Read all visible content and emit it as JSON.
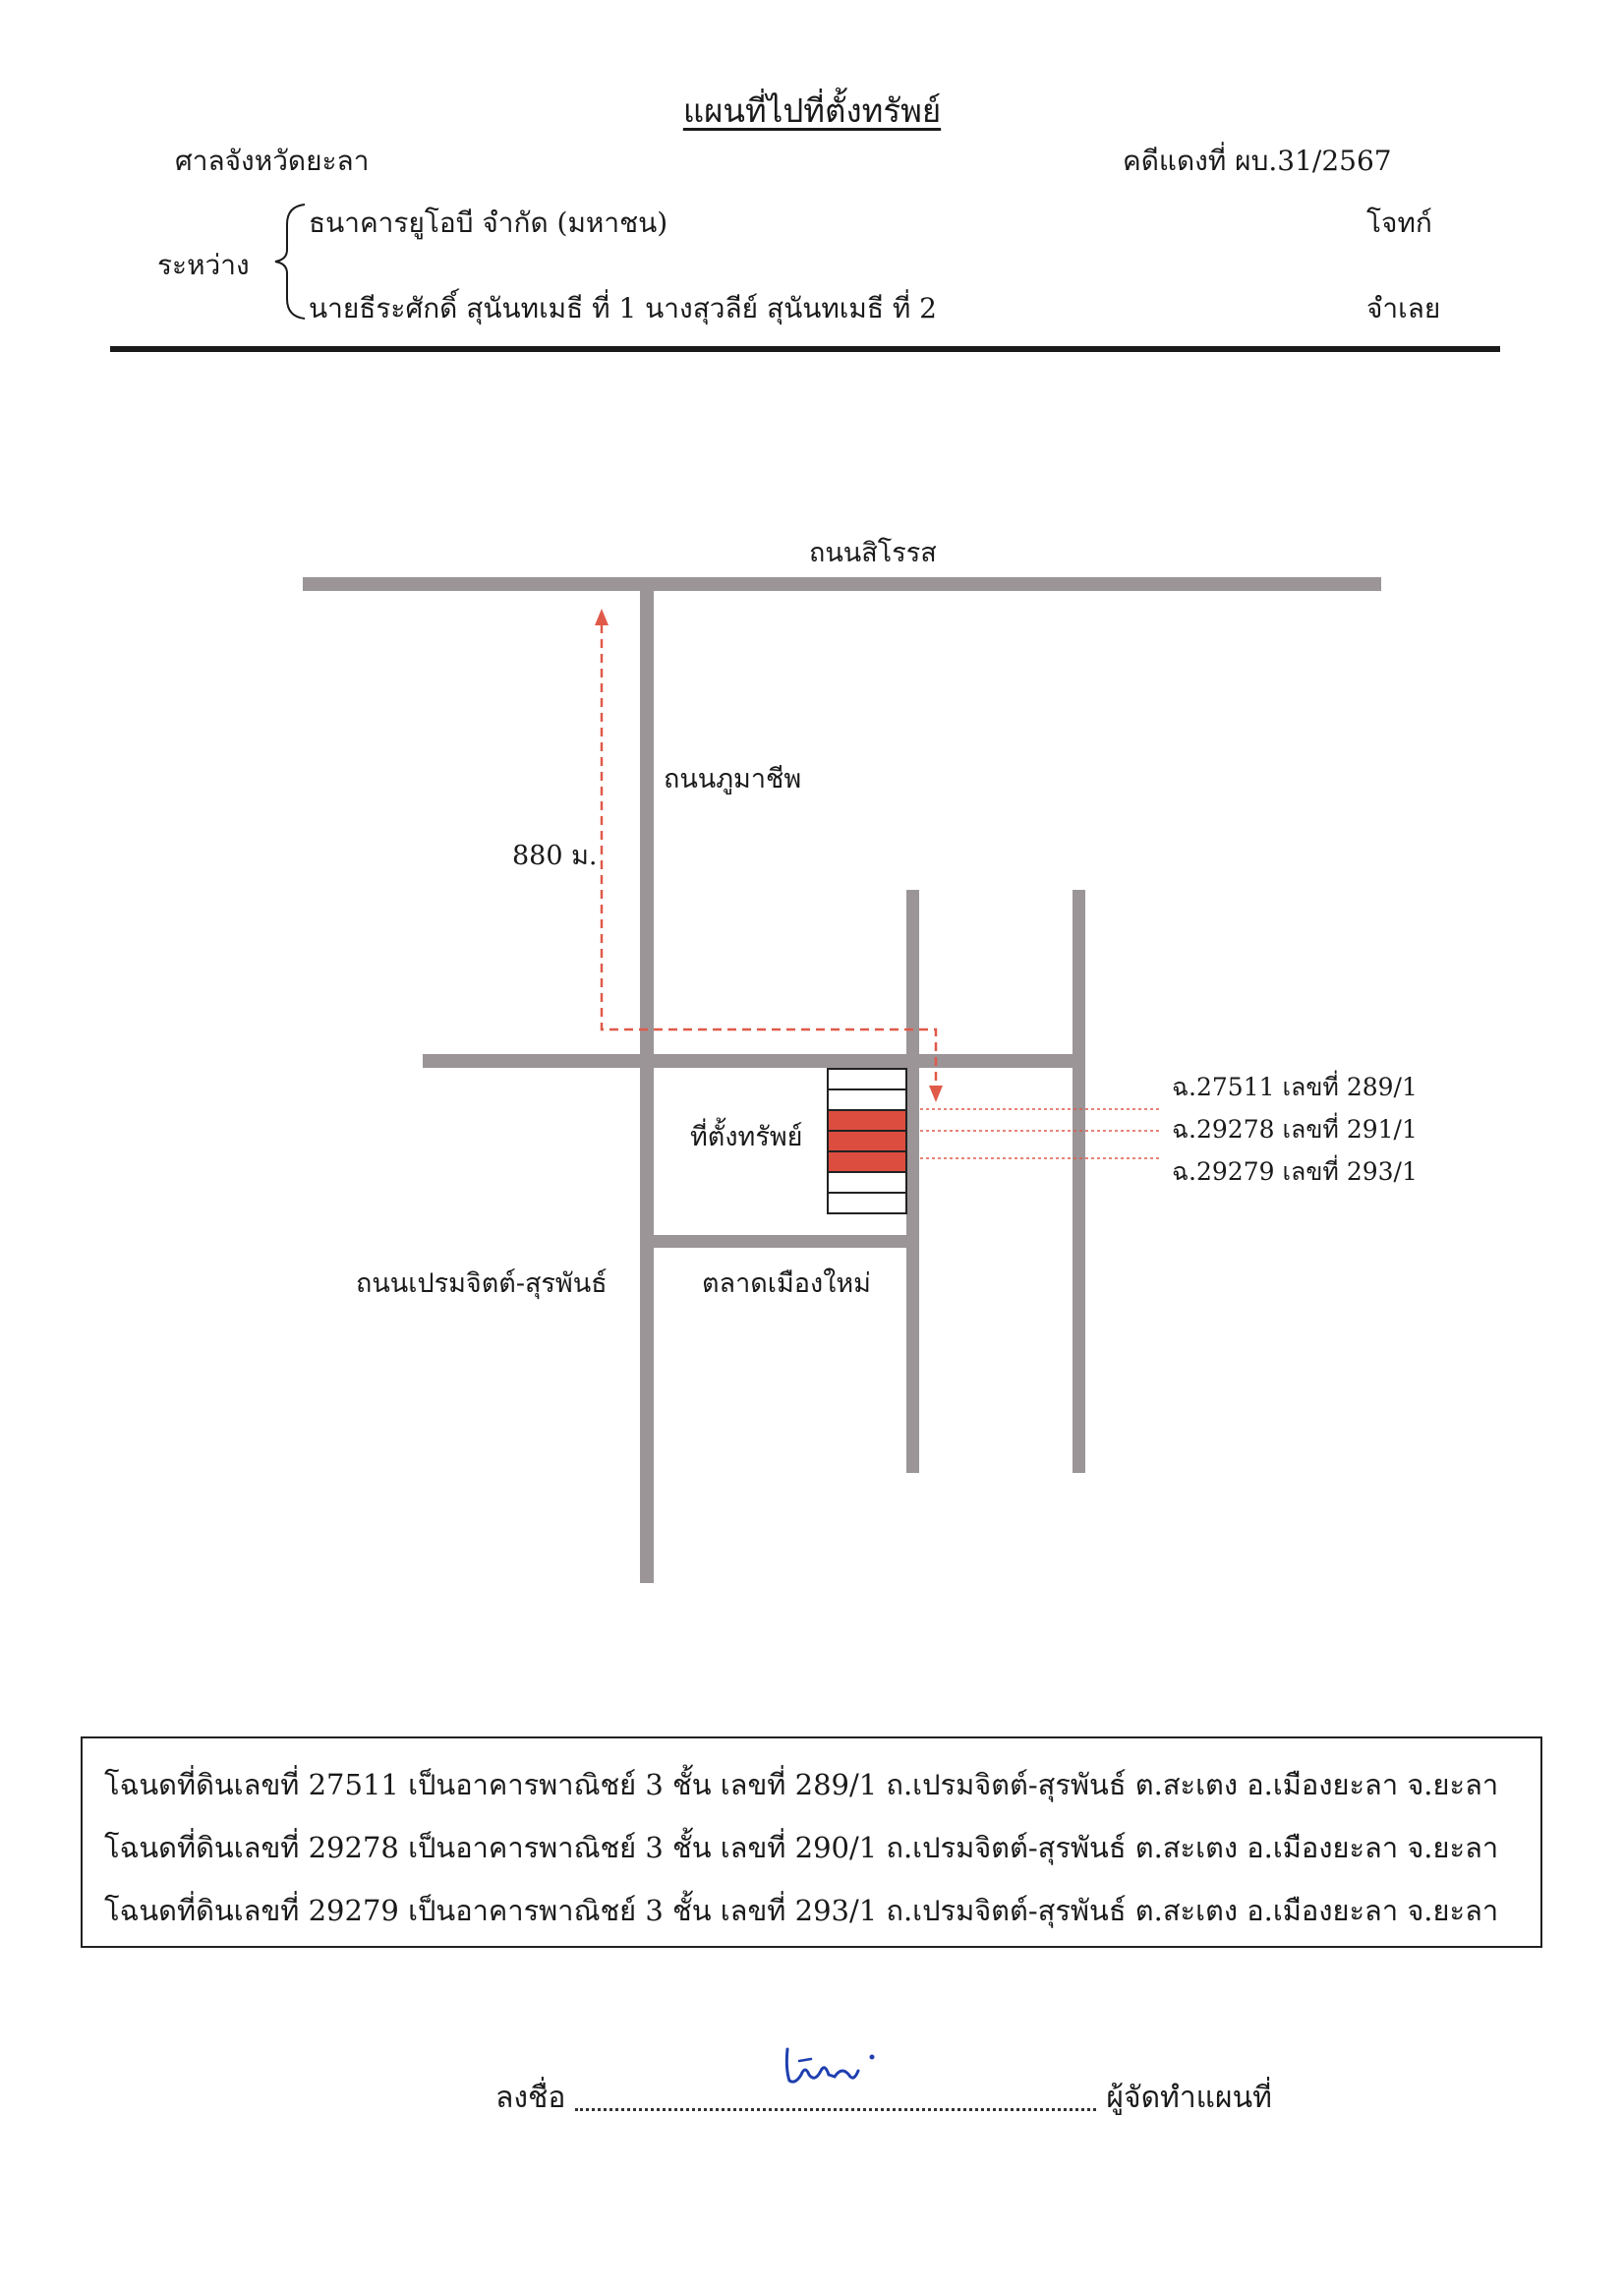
{
  "header": {
    "title": "แผนที่ไปที่ตั้งทรัพย์",
    "court": "ศาลจังหวัดยะลา",
    "case_no": "คดีแดงที่ ผบ.31/2567",
    "between_label": "ระหว่าง",
    "plaintiff_name": "ธนาคารยูโอบี จำกัด (มหาชน)",
    "plaintiff_role": "โจทก์",
    "defendant_name": "นายธีระศักดิ์ สุนันทเมธี ที่ 1  นางสุวลีย์ สุนันทเมธี ที่ 2",
    "defendant_role": "จำเลย"
  },
  "map": {
    "road_top": "ถนนสิโรรส",
    "road_vertical": "ถนนภูมาชีพ",
    "distance": "880 ม.",
    "property_label": "ที่ตั้งทรัพย์",
    "road_bottom_left": "ถนนเปรมจิตต์-สุรพันธ์",
    "market": "ตลาดเมืองใหม่",
    "plots": [
      "ฉ.27511  เลขที่ 289/1",
      "ฉ.29278  เลขที่ 291/1",
      "ฉ.29279  เลขที่ 293/1"
    ],
    "colors": {
      "road": "#9b9598",
      "route": "#e05a4a",
      "property": "#dc4d3f"
    }
  },
  "info_lines": [
    "โฉนดที่ดินเลขที่ 27511 เป็นอาคารพาณิชย์ 3 ชั้น เลขที่ 289/1 ถ.เปรมจิตต์-สุรพันธ์  ต.สะเตง  อ.เมืองยะลา  จ.ยะลา",
    "โฉนดที่ดินเลขที่ 29278 เป็นอาคารพาณิชย์ 3 ชั้น เลขที่ 290/1 ถ.เปรมจิตต์-สุรพันธ์  ต.สะเตง  อ.เมืองยะลา  จ.ยะลา",
    "โฉนดที่ดินเลขที่ 29279 เป็นอาคารพาณิชย์ 3 ชั้น เลขที่ 293/1 ถ.เปรมจิตต์-สุรพันธ์  ต.สะเตง  อ.เมืองยะลา  จ.ยะลา"
  ],
  "signature": {
    "sign_label": "ลงชื่อ",
    "role": "ผู้จัดทำแผนที่"
  }
}
